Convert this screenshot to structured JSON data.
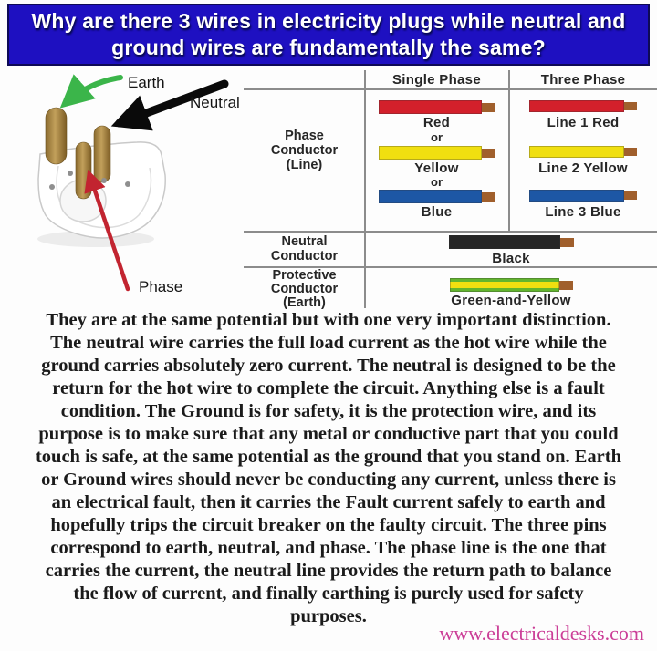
{
  "header": {
    "title_lines": [
      "Why are there 3 wires in electricity plugs while neutral and",
      "ground wires are fundamentally the same?"
    ],
    "bg_color": "#1e10c1",
    "text_color": "#ffffff"
  },
  "plug": {
    "labels": {
      "earth": "Earth",
      "neutral": "Neutral",
      "phase": "Phase"
    },
    "arrow_colors": {
      "earth": "#3bb54a",
      "neutral": "#0a0a0a",
      "phase": "#c22430"
    },
    "pin_hex": "#c2a05b"
  },
  "table": {
    "col_headers": {
      "single": "Single Phase",
      "three": "Three Phase"
    },
    "phase_row": {
      "label_lines": [
        "Phase",
        "Conductor",
        "(Line)"
      ],
      "or_label": "or",
      "single": [
        {
          "label": "Red",
          "hex": "#d3202b"
        },
        {
          "label": "Yellow",
          "hex": "#f0df10"
        },
        {
          "label": "Blue",
          "hex": "#1d57a5"
        }
      ],
      "three": [
        {
          "label": "Line 1 Red",
          "hex": "#d3202b"
        },
        {
          "label": "Line 2 Yellow",
          "hex": "#f0df10"
        },
        {
          "label": "Line 3 Blue",
          "hex": "#1d57a5"
        }
      ]
    },
    "neutral_row": {
      "label_lines": [
        "Neutral",
        "Conductor"
      ],
      "wire": {
        "label": "Black",
        "hex": "#262626"
      }
    },
    "earth_row": {
      "label_lines": [
        "Protective",
        "Conductor",
        "(Earth)"
      ],
      "wire": {
        "label": "Green-and-Yellow",
        "green_hex": "#62b52e",
        "yellow_hex": "#f0df10"
      }
    },
    "copper_tip_hex": "#a05f2c",
    "border_color": "#8c8c8c"
  },
  "paragraph": {
    "lines": [
      "They are at the same potential but with one very important distinction.",
      "The neutral wire carries the full load current as the hot wire while the",
      "ground carries absolutely zero current. The neutral is designed to be the",
      "return for the hot wire to complete the circuit. Anything else is a fault",
      "condition. The Ground is for safety, it is the protection wire, and its",
      "purpose is to make sure that any metal or conductive part that you could",
      "touch is safe, at the same potential as the ground that you stand on. Earth",
      "or Ground wires should never be conducting any current, unless there is",
      "an electrical fault, then it carries the Fault current safely to earth and",
      "hopefully trips the circuit breaker on the faulty circuit. The three pins",
      "correspond to earth, neutral, and phase. The phase line is the one that",
      "carries the current, the neutral line provides the return path to balance",
      "the flow of current, and finally earthing is purely used for safety",
      "purposes."
    ]
  },
  "footer": {
    "url": "www.electricaldesks.com",
    "color": "#cb3e97"
  }
}
